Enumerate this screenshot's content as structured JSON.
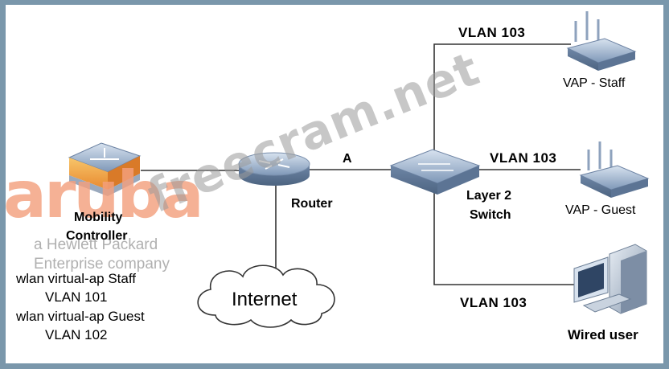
{
  "nodes": {
    "controller": {
      "line1": "Mobility",
      "line2": "Controller"
    },
    "router": {
      "label": "Router"
    },
    "internet": {
      "label": "Internet"
    },
    "switch": {
      "line1": "Layer 2",
      "line2": "Switch"
    },
    "point_a": {
      "label": "A"
    },
    "vap_staff": {
      "label": "VAP - Staff"
    },
    "vap_guest": {
      "label": "VAP - Guest"
    },
    "wired_user": {
      "label": "Wired user"
    }
  },
  "links": {
    "staff_vlan": "VLAN 103",
    "guest_vlan": "VLAN 103",
    "wired_vlan": "VLAN 103"
  },
  "controller_config": {
    "line1": "wlan virtual-ap  Staff",
    "line2": "VLAN  101",
    "line3": "wlan virtual-ap  Guest",
    "line4": "VLAN  102"
  },
  "watermarks": {
    "brand": "aruba",
    "brand_sub1": "a Hewlett Packard",
    "brand_sub2": "Enterprise company",
    "site": "freecram.net"
  },
  "colors": {
    "frame": "#7a97ab",
    "brand": "#f4a07e",
    "device_blue": "#8ea7c6",
    "controller_orange": "#f2a94e"
  }
}
